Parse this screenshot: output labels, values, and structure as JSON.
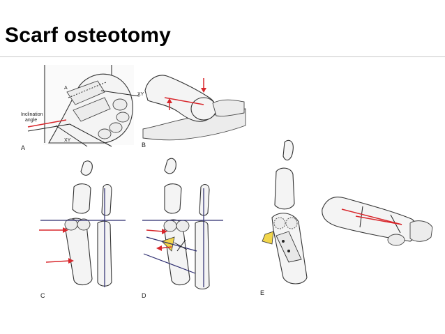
{
  "slide": {
    "title": "Scarf osteotomy"
  },
  "figure": {
    "panel_labels": {
      "a": "A",
      "b": "B",
      "c": "C",
      "d": "D",
      "e": "E"
    },
    "annotations": {
      "inclination_line1": "Inclination",
      "inclination_line2": "angle",
      "xy_top": "XY",
      "xy_bottom": "XY",
      "a_mark": "A"
    },
    "colors": {
      "arrow_red": "#d8262b",
      "axis_blue": "#2a2a6e",
      "wedge_yellow": "#f2d64b"
    }
  }
}
